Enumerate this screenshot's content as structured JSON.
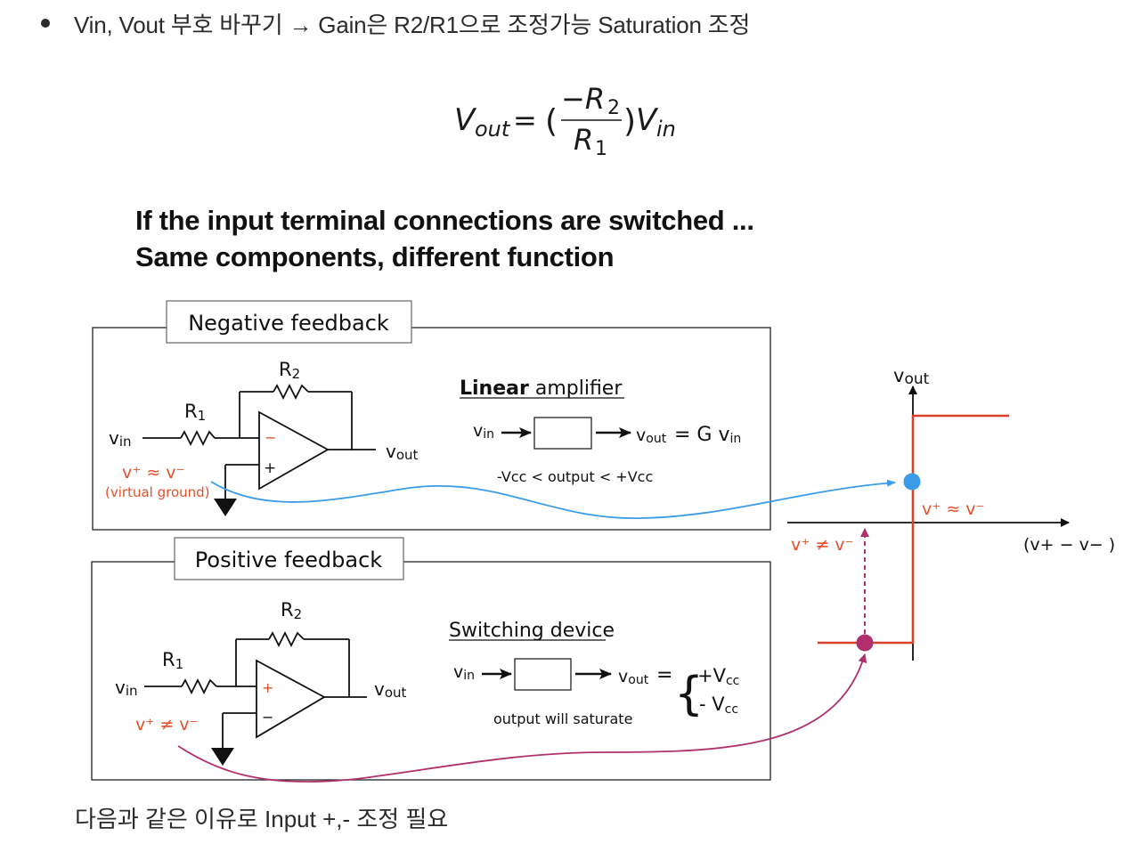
{
  "bullet": {
    "text": "Vin, Vout 부호 바꾸기 → Gain은 R2/R1으로 조정가능 Saturation 조정"
  },
  "equation": {
    "lhs_main": "V",
    "lhs_sub": "out",
    "equals": "=",
    "open_paren": "(",
    "numerator": "−R",
    "numerator_sub": "2",
    "denominator": "R",
    "denominator_sub": "1",
    "close_paren": ")",
    "rhs_main": "V",
    "rhs_sub": "in"
  },
  "heading": {
    "line1": "If the input terminal connections are switched ...",
    "line2": "Same components, different function"
  },
  "negative_panel": {
    "title": "Negative feedback",
    "r1": "R",
    "r1_sub": "1",
    "r2": "R",
    "r2_sub": "2",
    "vin": "v",
    "vin_sub": "in",
    "vout": "v",
    "vout_sub": "out",
    "minus_terminal": "−",
    "plus_terminal": "+",
    "relation": "v⁺ ≈ v⁻",
    "relation_note": "(virtual ground)",
    "function_bold": "Linear",
    "function_rest": " amplifier",
    "block_in": "v",
    "block_in_sub": "in",
    "block_out": "v",
    "block_out_sub": "out",
    "block_eq": "= G v",
    "block_eq_sub": "in",
    "constraint": "-Vcc < output < +Vcc"
  },
  "positive_panel": {
    "title": "Positive feedback",
    "r1": "R",
    "r1_sub": "1",
    "r2": "R",
    "r2_sub": "2",
    "vin": "v",
    "vin_sub": "in",
    "vout": "v",
    "vout_sub": "out",
    "plus_terminal": "+",
    "minus_terminal": "−",
    "relation": "v⁺ ≠ v⁻",
    "function_label": "Switching device",
    "block_in": "v",
    "block_in_sub": "in",
    "block_out": "v",
    "block_out_sub": "out",
    "block_eq": "=",
    "brace": "{",
    "case_high": "+V",
    "case_high_sub": "cc",
    "case_low": "- V",
    "case_low_sub": "cc",
    "note": "output will saturate"
  },
  "transfer_plot": {
    "y_label": "v",
    "y_label_sub": "out",
    "x_label": "(v+ − v− )",
    "label_linear": "v⁺ ≈ v⁻",
    "label_saturated": "v⁺ ≠ v⁻"
  },
  "footer": {
    "text": "다음과 같은 이유로 Input +,- 조정 필요"
  },
  "colors": {
    "accent_orange": "#e4512b",
    "curve_blue": "#3a9be8",
    "curve_magenta": "#b0306e",
    "step_red": "#d9412a",
    "text_dark": "#111111"
  }
}
